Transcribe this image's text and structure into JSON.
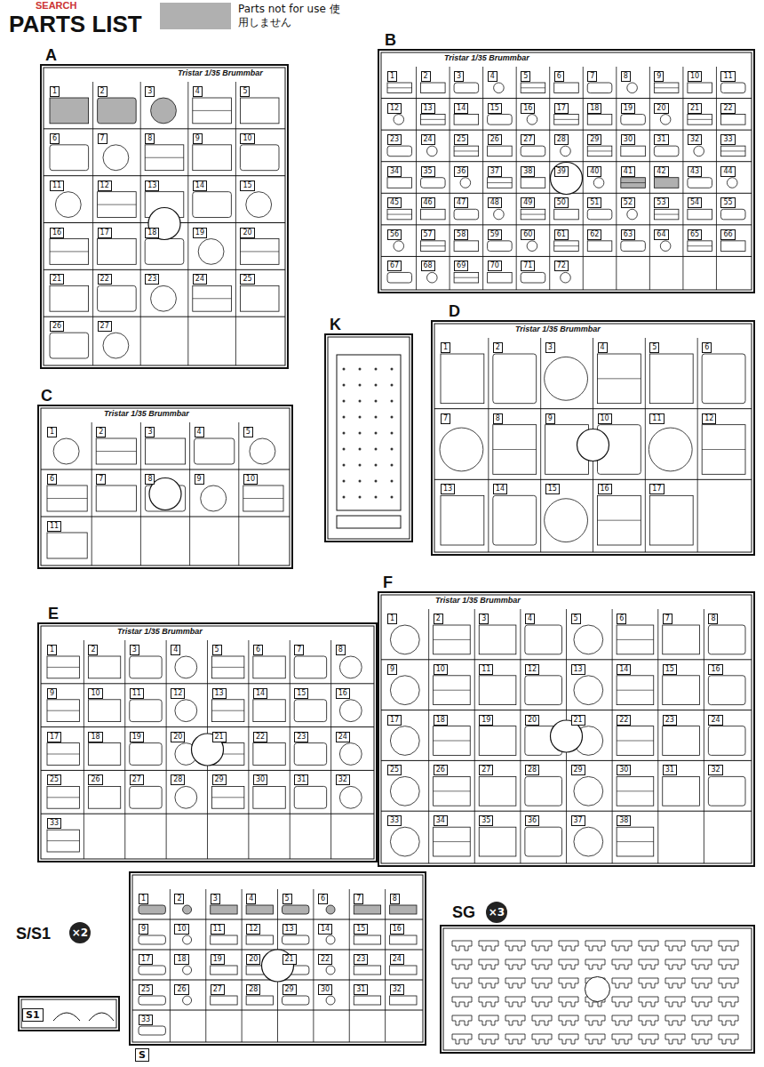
{
  "diagram": {
    "title": "PARTS LIST",
    "nodes": [
      {
        "text": [
          "A",
          "Tristar 1/35 Brummbar",
          "1",
          "2",
          "3",
          "4",
          "5",
          "6",
          "7",
          "8",
          "9",
          "10",
          "11",
          "12",
          "13",
          "14",
          "15",
          "16",
          "17",
          "18",
          "19",
          "20",
          "21",
          "22",
          "23",
          "24",
          "25",
          "26",
          "27"
        ]
      },
      {
        "text": [
          "B",
          "Tristar 1/35 Brummbar",
          "1",
          "2",
          "3",
          "4",
          "5",
          "6",
          "7",
          "8",
          "9",
          "10",
          "11",
          "12",
          "13",
          "14",
          "15",
          "16",
          "17",
          "18",
          "19",
          "20",
          "21",
          "22",
          "23",
          "24",
          "25",
          "26",
          "27",
          "28",
          "29",
          "30",
          "31",
          "32",
          "33",
          "34",
          "35",
          "36",
          "37",
          "38",
          "39",
          "40",
          "41",
          "42",
          "43",
          "44",
          "45",
          "46",
          "47",
          "48",
          "49",
          "50",
          "51",
          "52",
          "53",
          "54",
          "55",
          "56",
          "57",
          "58",
          "59",
          "60",
          "61",
          "62",
          "63",
          "64",
          "65",
          "66",
          "67",
          "68",
          "69",
          "70",
          "71",
          "72"
        ]
      },
      {
        "text": [
          "C",
          "Tristar 1/35 Brummbar",
          "1",
          "2",
          "3",
          "4",
          "5",
          "6",
          "7",
          "8",
          "9",
          "10",
          "11"
        ]
      },
      {
        "text": [
          "K"
        ]
      },
      {
        "text": [
          "D",
          "Tristar 1/35 Brummbar",
          "1",
          "2",
          "3",
          "4",
          "5",
          "6",
          "7",
          "8",
          "9",
          "10",
          "11",
          "12",
          "13",
          "14",
          "15",
          "16",
          "17"
        ]
      },
      {
        "text": [
          "E",
          "Tristar 1/35 Brummbar",
          "1",
          "2",
          "3",
          "4",
          "5",
          "6",
          "7",
          "8",
          "9",
          "10",
          "11",
          "12",
          "13",
          "14",
          "15",
          "16",
          "17",
          "18",
          "19",
          "20",
          "21",
          "22",
          "23",
          "24",
          "25",
          "26",
          "27",
          "28",
          "29",
          "30",
          "31",
          "32",
          "33"
        ]
      },
      {
        "text": [
          "F",
          "Tristar 1/35 Brummbar",
          "1",
          "2",
          "3",
          "4",
          "5",
          "6",
          "7",
          "8",
          "9",
          "10",
          "11",
          "12",
          "13",
          "14",
          "15",
          "16",
          "17",
          "18",
          "19",
          "20",
          "21",
          "22",
          "23",
          "24",
          "25",
          "26",
          "27",
          "28",
          "29",
          "30",
          "31",
          "32",
          "33",
          "34",
          "35",
          "36",
          "37",
          "38"
        ]
      },
      {
        "text": [
          "S",
          "1",
          "2",
          "3",
          "4",
          "5",
          "6",
          "7",
          "8",
          "9",
          "10",
          "11",
          "12",
          "13",
          "14",
          "15",
          "16",
          "17",
          "18",
          "19",
          "20",
          "21",
          "22",
          "23",
          "24",
          "25",
          "26",
          "27",
          "28",
          "29",
          "30",
          "31",
          "32",
          "33"
        ]
      },
      {
        "text": [
          "S1"
        ]
      },
      {
        "text": [
          "SG",
          "×3"
        ]
      }
    ],
    "labels": [
      "SEARCH",
      "S/S1",
      "×2"
    ],
    "legend": [
      {
        "text": "Parts not for use 使用しません",
        "color": "#b0b0b0"
      }
    ]
  }
}
